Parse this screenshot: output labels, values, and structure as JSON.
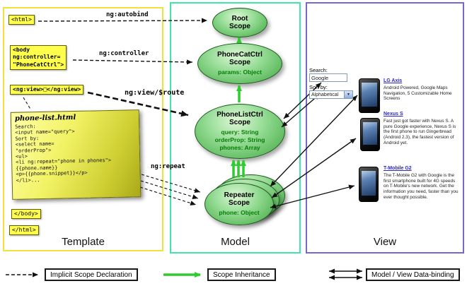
{
  "template": {
    "label": "Template",
    "html_open": "<html>",
    "body_open": "<body\nng:controller=\n\"PhoneCatCtrl\">",
    "ng_view": "<ng:view>□</ng:view>",
    "note_title": "phone-list.html",
    "note_code": "Search:\n<input name=\"query\">\nSort by:\n<select name=\n\"orderProp\">\n<ul>\n<li ng:repeat=\"phone in phones\">\n{{phone.name}}\n<p>{{phone.snippet}}</p>\n</li>...",
    "body_close": "</body>",
    "html_close": "</html>"
  },
  "model": {
    "label": "Model",
    "root": {
      "title": "Root\nScope"
    },
    "phonecat": {
      "title": "PhoneCatCtrl\nScope",
      "props": "params: Object"
    },
    "phonelist": {
      "title": "PhoneListCtrl\nScope",
      "props": "query: String\norderProp: String\nphones: Array"
    },
    "repeater": {
      "title": "Repeater\nScope",
      "props": "phone: Object"
    }
  },
  "arrows": {
    "autobind": "ng:autobind",
    "controller": "ng:controller",
    "view_route": "ng:view/$route",
    "repeat": "ng:repeat"
  },
  "view": {
    "label": "View",
    "search_label": "Search:",
    "search_value": "Google",
    "sort_label": "Sort by:",
    "sort_value": "Alphabetical",
    "phones": [
      {
        "name": "LG Axis",
        "desc": "Android Powered, Google Maps Navigation, 5 Customizable Home Screens"
      },
      {
        "name": "Nexus S",
        "desc": "Fast just got faster with Nexus S. A pure Google experience, Nexus S is the first phone to run Gingerbread (Android 2.3), the fastest version of Android yet."
      },
      {
        "name": "T-Mobile G2",
        "desc": "The T-Mobile G2 with Google is the first smartphone built for 4G speeds on T-Mobile's new network. Get the information you need, faster than you ever thought possible."
      }
    ]
  },
  "legend": {
    "implicit": "Implicit Scope Declaration",
    "inheritance": "Scope Inheritance",
    "databinding": "Model / View Data-binding"
  },
  "colors": {
    "template_border": "#f0e23a",
    "model_border": "#3ee6a8",
    "view_border": "#7668cc",
    "tag_yellow": "#ffff4c",
    "inheritance_green": "#2ecc2e"
  }
}
